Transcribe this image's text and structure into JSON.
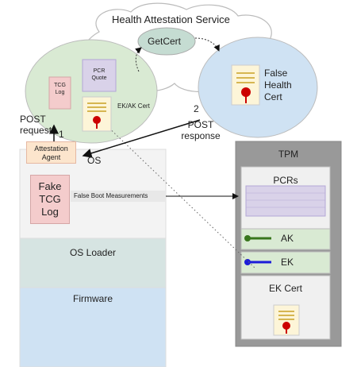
{
  "service": {
    "title": "Health Attestation Service",
    "getcert": "GetCert",
    "pcr_quote": [
      "PCR",
      "Quote"
    ],
    "tcg_log": [
      "TCG",
      "Log"
    ],
    "ekak_cert": "EK/AK Cert",
    "false_health_cert": [
      "False",
      "Health",
      "Cert"
    ]
  },
  "arrows": {
    "post_request": [
      "POST",
      "request"
    ],
    "request_step": "1",
    "response_step": "2",
    "post_response": [
      "POST",
      "response"
    ]
  },
  "device": {
    "attestation_agent": [
      "Attestation",
      "Agent"
    ],
    "os": "OS",
    "fake_tcg_log": [
      "Fake",
      "TCG",
      "Log"
    ],
    "false_boot_measurements": "False Boot Measurements",
    "os_loader": "OS Loader",
    "firmware": "Firmware"
  },
  "tpm": {
    "title": "TPM",
    "pcrs": "PCRs",
    "ak": "AK",
    "ek": "EK",
    "ek_cert": "EK Cert"
  },
  "colors": {
    "cloud_fill": "#ffffff",
    "left_ellipse": "#d9ead3",
    "right_ellipse": "#cfe2f3",
    "getcert_ellipse": "#c5dcd2",
    "pcr_quote_card": "#d9d2e9",
    "cert_card": "#fdf5d8",
    "log_card": "#f4cccc",
    "agent_box": "#fce5cd",
    "os_layer": "#f3f3f3",
    "loader_layer": "#d6e4e2",
    "firmware_layer": "#cfe2f3",
    "tpm_outer": "#999999",
    "pcrs_fill": "#d9d2e9",
    "key_fill": "#d9ead3",
    "ak_key": "#38761d",
    "ek_key": "#1c1cd9",
    "seal": "#cc0000"
  }
}
